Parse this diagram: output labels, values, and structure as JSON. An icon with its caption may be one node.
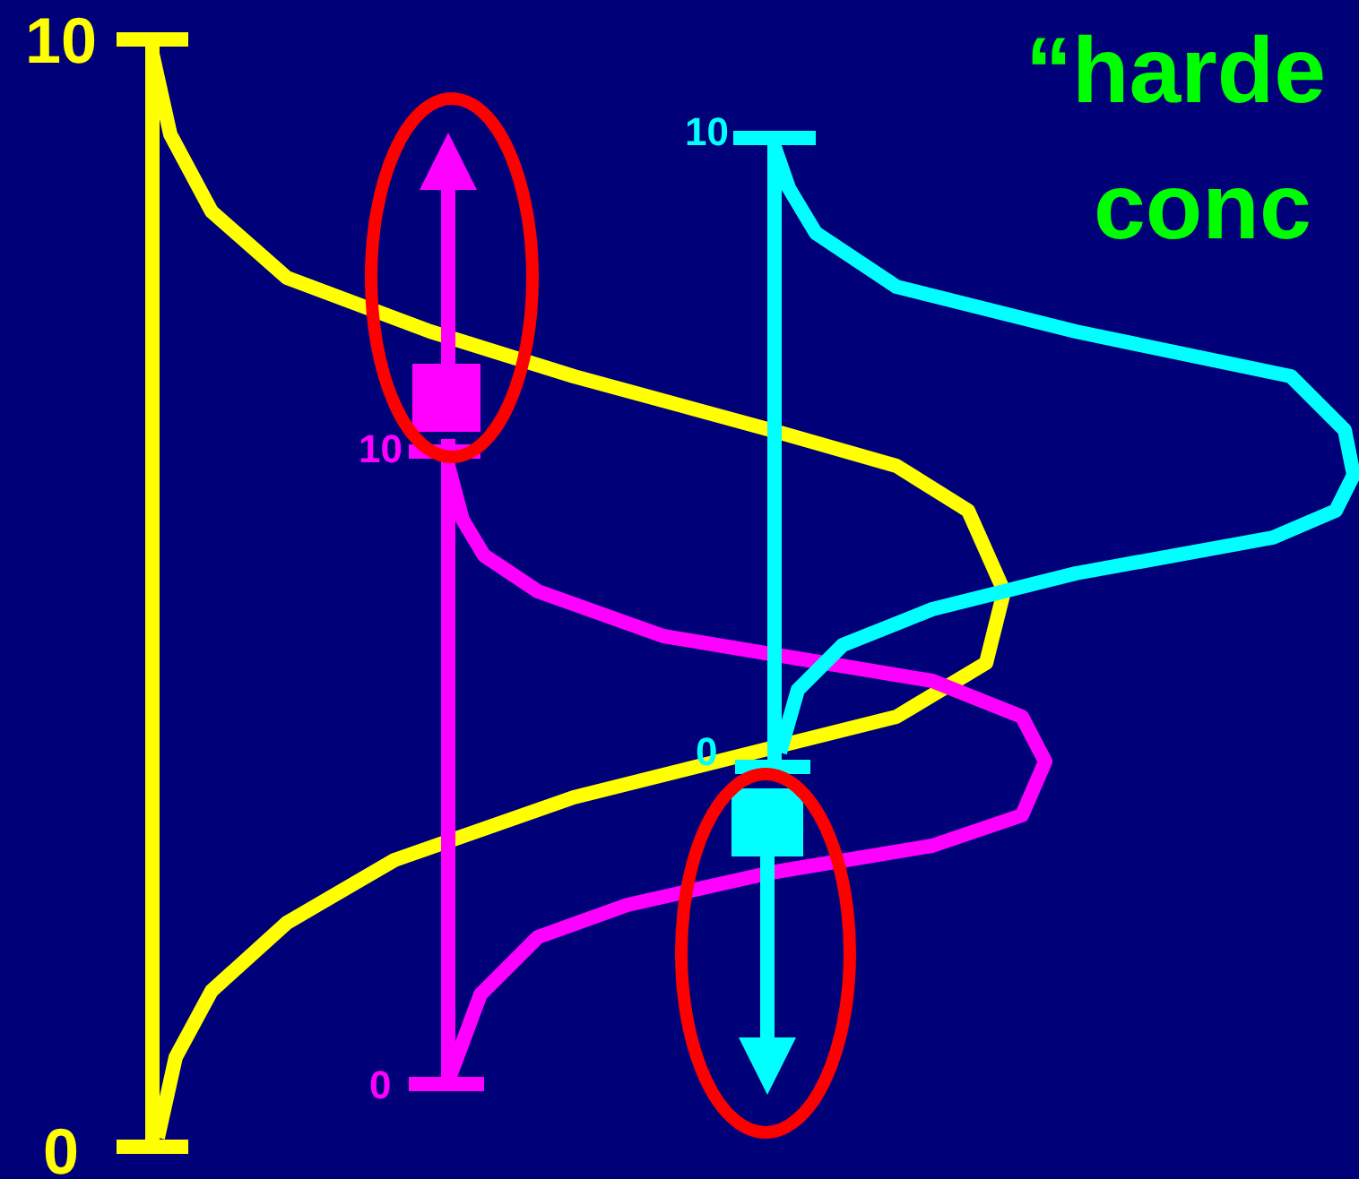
{
  "diagram": {
    "labels": [
      "10",
      "0",
      "10",
      "0",
      "10",
      "0",
      "“harde",
      "conc"
    ]
  }
}
